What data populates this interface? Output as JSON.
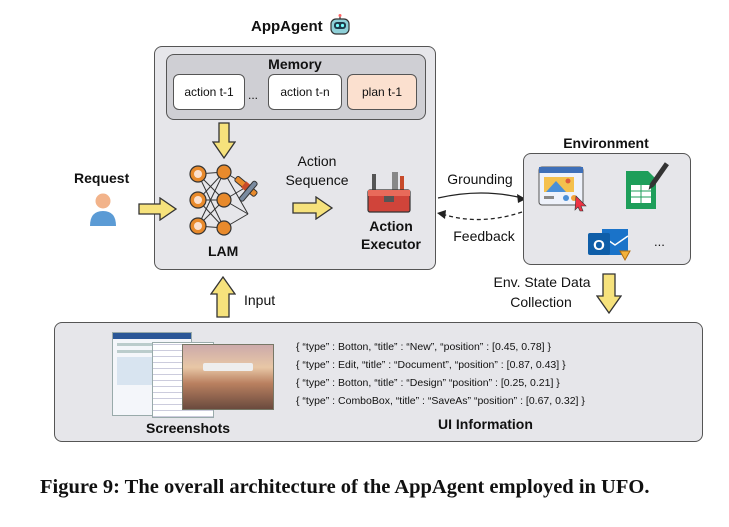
{
  "app_agent": {
    "title": "AppAgent",
    "memory": {
      "title": "Memory",
      "slots": [
        "action t-1",
        "...",
        "action t-n",
        "plan t-1"
      ]
    },
    "lam_label": "LAM",
    "action_sequence": [
      "Action",
      "Sequence"
    ],
    "executor": [
      "Action",
      "Executor"
    ]
  },
  "request_label": "Request",
  "environment": {
    "title": "Environment",
    "ellipsis": "...",
    "grounding": "Grounding",
    "feedback": "Feedback"
  },
  "input_label": "Input",
  "env_state": [
    "Env. State Data",
    "Collection"
  ],
  "bottom": {
    "screenshots_label": "Screenshots",
    "ui_info_label": "UI Information",
    "ui_lines": [
      "{ “type” : Botton, “title” : “New”, “position” : [0.45, 0.78] }",
      "{ “type” : Edit, “title” : “Document”, “position” : [0.87, 0.43] }",
      "{ “type” : Botton, “title” : “Design” “position” : [0.25, 0.21] }",
      "{ “type” : ComboBox, “title” : “SaveAs” “position” : [0.67, 0.32] }"
    ]
  },
  "caption": "Figure 9: The overall architecture of the AppAgent employed in UFO.",
  "colors": {
    "arrow_fill": "#f6e27c",
    "arrow_stroke": "#333333",
    "panel_bg": "#e6e6ea",
    "plan_bg": "#fbe0cf",
    "node_orange": "#e88a2c",
    "person_blue": "#5b9bd5"
  }
}
